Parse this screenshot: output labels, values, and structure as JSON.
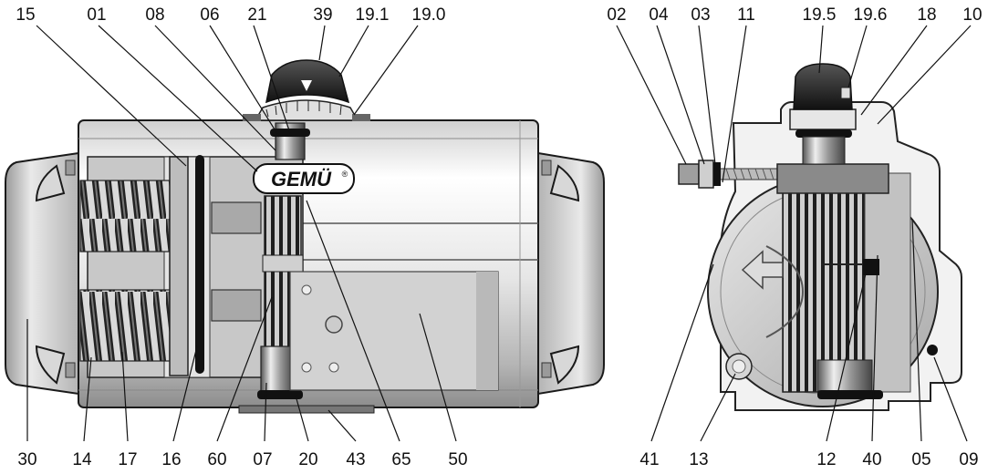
{
  "brand": {
    "logo_text": "GEMÜ",
    "registered_mark": "®"
  },
  "left_view": {
    "top_labels": [
      "15",
      "01",
      "08",
      "06",
      "21",
      "39",
      "19.1",
      "19.0"
    ],
    "bottom_labels": [
      "30",
      "14",
      "17",
      "16",
      "60",
      "07",
      "20",
      "43",
      "65",
      "50"
    ]
  },
  "right_view": {
    "top_labels": [
      "02",
      "04",
      "03",
      "11",
      "19.5",
      "19.6",
      "18",
      "10"
    ],
    "bottom_labels": [
      "41",
      "13",
      "12",
      "40",
      "05",
      "09"
    ]
  }
}
